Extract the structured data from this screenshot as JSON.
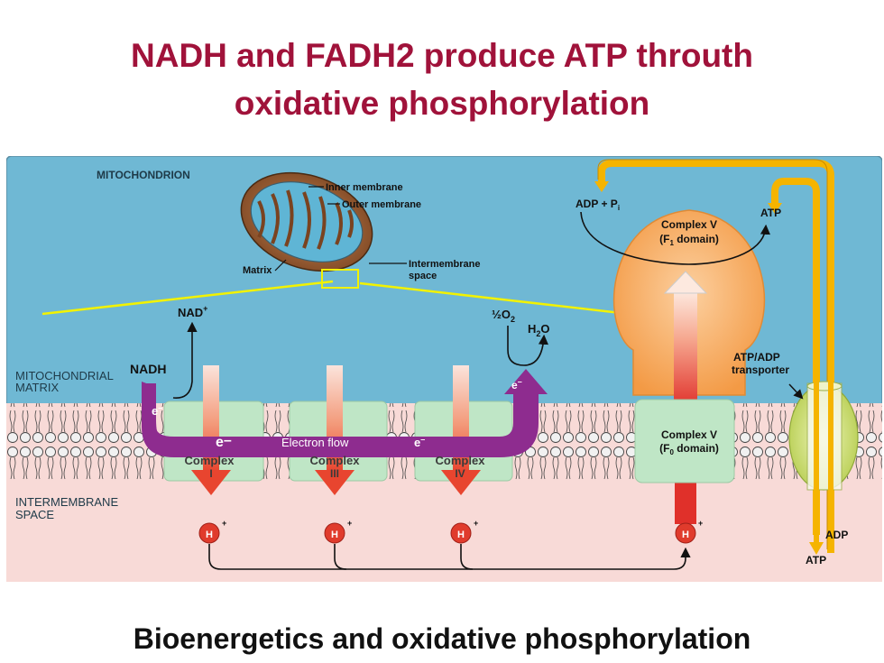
{
  "title": {
    "line1": "NADH and FADH2 produce ATP throuth",
    "line2": "oxidative phosphorylation"
  },
  "subtitle": "Bioenergetics and oxidative phosphorylation",
  "diagram": {
    "mitochondrion_label": "MITOCHONDRION",
    "inset": {
      "inner_membrane": "Inner membrane",
      "outer_membrane": "Outer membrane",
      "matrix": "Matrix",
      "intermembrane_line1": "Intermembrane",
      "intermembrane_line2": "space"
    },
    "matrix_label_line1": "MITOCHONDRIAL",
    "matrix_label_line2": "MATRIX",
    "intermembrane_label_line1": "INTERMEMBRANE",
    "intermembrane_label_line2": "SPACE",
    "nadh": "NADH",
    "nad_plus": "NAD",
    "nad_sup": "+",
    "electron": "e",
    "electron_minus": "–",
    "electron_flow": "Electron flow",
    "half_o2": "½O",
    "o2_sub": "2",
    "h2o_h": "H",
    "h2o_sub": "2",
    "h2o_o": "O",
    "complex_word": "Complex",
    "complex_I": "I",
    "complex_III": "III",
    "complex_IV": "IV",
    "complex_v_f1_line1": "Complex V",
    "complex_v_f1_line2a": "(F",
    "complex_v_f1_sub": "1",
    "complex_v_f1_line2b": " domain)",
    "complex_v_f0_line1": "Complex V",
    "complex_v_f0_line2a": "(F",
    "complex_v_f0_sub": "0",
    "complex_v_f0_line2b": " domain)",
    "adp_pi": "ADP + P",
    "pi_sub": "i",
    "atp": "ATP",
    "adp": "ADP",
    "transporter_line1": "ATP/ADP",
    "transporter_line2": "transporter",
    "proton": "H",
    "proton_sup": "+",
    "colors": {
      "matrix_blue": "#6fb8d4",
      "intermembrane_pink": "#f8dad7",
      "electron_purple": "#8e2c8f",
      "complex_green": "#bfe6c6",
      "f1_orange": "#f8a653",
      "proton_red": "#e03b2c",
      "title_crimson": "#a0123a"
    }
  }
}
